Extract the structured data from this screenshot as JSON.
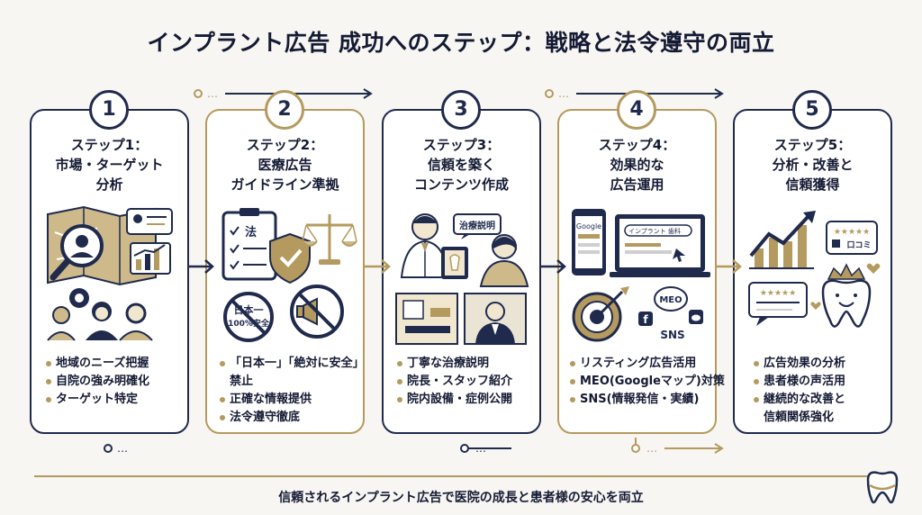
{
  "title": "インプラント広告 成功へのステップ：戦略と法令遵守の両立",
  "steps": [
    {
      "number": "1",
      "heading": [
        "ステップ1：",
        "市場・ターゲット",
        "分析"
      ],
      "bullets": [
        "地域のニーズ把握",
        "自院の強み明確化",
        "ターゲット特定"
      ]
    },
    {
      "number": "2",
      "heading": [
        "ステップ2：",
        "医療広告",
        "ガイドライン準拠"
      ],
      "bullets": [
        "「日本一」「絶対に安全」",
        "禁止",
        "正確な情報提供",
        "法令遵守徹底"
      ],
      "labels": {
        "checklist": "法",
        "banned_badge_1": "日本一",
        "banned_badge_2": "100%安全"
      }
    },
    {
      "number": "3",
      "heading": [
        "ステップ3：",
        "信頼を築く",
        "コンテンツ作成"
      ],
      "bullets": [
        "丁寧な治療説明",
        "院長・スタッフ紹介",
        "院内設備・症例公開"
      ],
      "labels": {
        "speech": "治療説明"
      }
    },
    {
      "number": "4",
      "heading": [
        "ステップ4：",
        "効果的な",
        "広告運用"
      ],
      "bullets": [
        "リスティング広告活用",
        "MEO(Googleマップ)対策",
        "SNS(情報発信・実績)"
      ],
      "labels": {
        "google": "Google",
        "search": "インプラント 歯科",
        "meo": "MEO",
        "sns": "SNS"
      }
    },
    {
      "number": "5",
      "heading": [
        "ステップ5：",
        "分析・改善と",
        "信頼獲得"
      ],
      "bullets": [
        "広告効果の分析",
        "患者様の声活用",
        "継続的な改善と",
        "信頼関係強化"
      ],
      "labels": {
        "review": "口コミ"
      }
    }
  ],
  "connectors": {
    "dots": "…"
  },
  "footer": "信頼されるインプラント広告で医院の成長と患者様の安心を両立",
  "colors": {
    "navy": "#1f2a4d",
    "gold": "#b49a5e",
    "background": "#f7f6f2"
  }
}
